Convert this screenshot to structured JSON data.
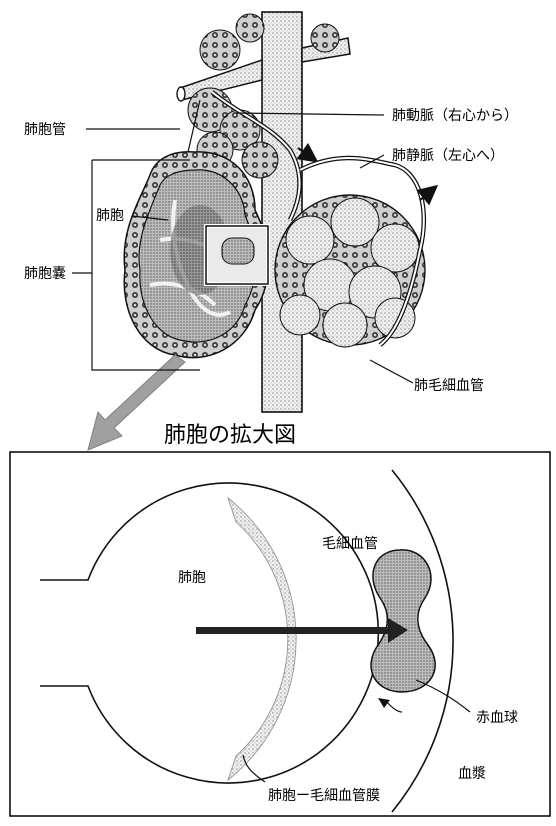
{
  "upper": {
    "labels": {
      "alveolar_duct": "肺胞管",
      "alveolar_sac": "肺胞嚢",
      "alveolus": "肺胞",
      "pulmonary_artery": "肺動脈（右心から）",
      "pulmonary_vein": "肺静脈（左心へ）",
      "pulmonary_capillary": "肺毛細血管"
    }
  },
  "enlarged": {
    "title": "肺胞の拡大図",
    "labels": {
      "capillary": "毛細血管",
      "alveolus": "肺胞",
      "red_blood_cell": "赤血球",
      "plasma": "血漿",
      "membrane": "肺胞ー毛細血管膜"
    }
  },
  "colors": {
    "line": "#111111",
    "stipple_light": "#dcdcdc",
    "stipple_mid": "#a8a8a8",
    "stipple_dark": "#707070"
  }
}
